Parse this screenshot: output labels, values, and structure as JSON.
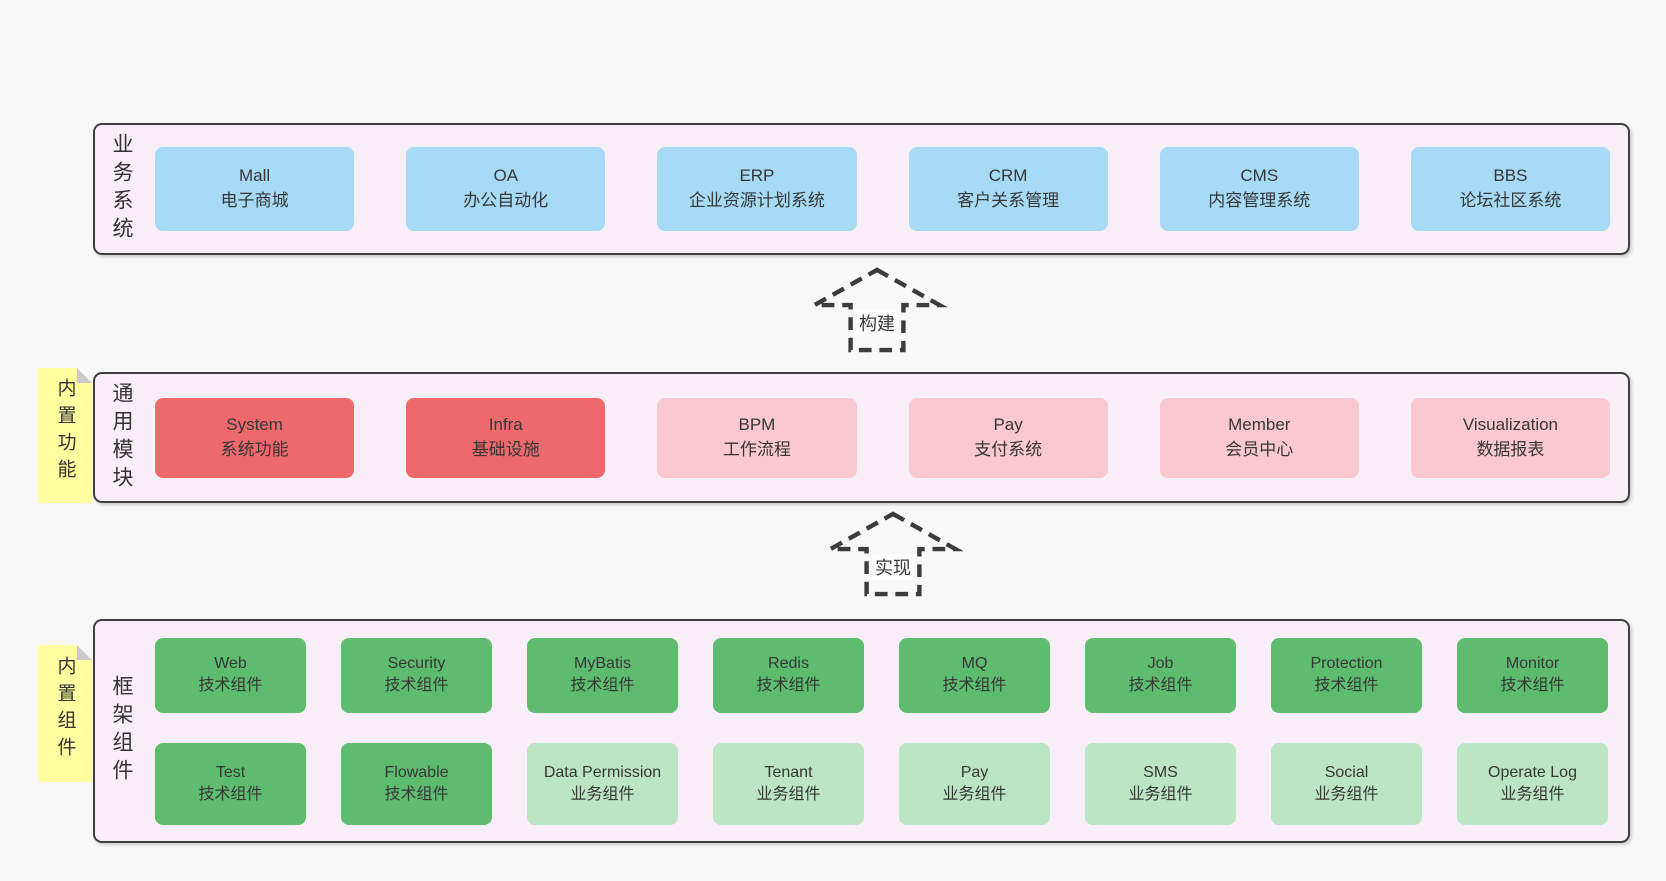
{
  "colors": {
    "page-bg": "#f8f8f8",
    "band-bg": "#f8eef7",
    "band-border": "#3f3f3f",
    "blue": "#a6daf5",
    "red": "#ed696b",
    "pink": "#fac8d0",
    "green": "#5ebc6f",
    "light-green": "#bce5c3",
    "sticky": "#feff9f",
    "fold": "#c9c9c9",
    "text": "#363636",
    "arrow": "#3c3c3c"
  },
  "arrows": [
    {
      "label": "构建"
    },
    {
      "label": "实现"
    }
  ],
  "bands": [
    {
      "label": "业务系统",
      "boxes": [
        {
          "name": "Mall",
          "desc": "电子商城"
        },
        {
          "name": "OA",
          "desc": "办公自动化"
        },
        {
          "name": "ERP",
          "desc": "企业资源计划系统"
        },
        {
          "name": "CRM",
          "desc": "客户关系管理"
        },
        {
          "name": "CMS",
          "desc": "内容管理系统"
        },
        {
          "name": "BBS",
          "desc": "论坛社区系统"
        }
      ]
    },
    {
      "label": "通用模块",
      "sticky": "内置功能",
      "boxes": [
        {
          "name": "System",
          "desc": "系统功能"
        },
        {
          "name": "Infra",
          "desc": "基础设施"
        },
        {
          "name": "BPM",
          "desc": "工作流程"
        },
        {
          "name": "Pay",
          "desc": "支付系统"
        },
        {
          "name": "Member",
          "desc": "会员中心"
        },
        {
          "name": "Visualization",
          "desc": "数据报表"
        }
      ]
    },
    {
      "label": "框架组件",
      "sticky": "内置组件",
      "rows": [
        [
          {
            "name": "Web",
            "desc": "技术组件"
          },
          {
            "name": "Security",
            "desc": "技术组件"
          },
          {
            "name": "MyBatis",
            "desc": "技术组件"
          },
          {
            "name": "Redis",
            "desc": "技术组件"
          },
          {
            "name": "MQ",
            "desc": "技术组件"
          },
          {
            "name": "Job",
            "desc": "技术组件"
          },
          {
            "name": "Protection",
            "desc": "技术组件"
          },
          {
            "name": "Monitor",
            "desc": "技术组件"
          }
        ],
        [
          {
            "name": "Test",
            "desc": "技术组件"
          },
          {
            "name": "Flowable",
            "desc": "技术组件"
          },
          {
            "name": "Data Permission",
            "desc": "业务组件"
          },
          {
            "name": "Tenant",
            "desc": "业务组件"
          },
          {
            "name": "Pay",
            "desc": "业务组件"
          },
          {
            "name": "SMS",
            "desc": "业务组件"
          },
          {
            "name": "Social",
            "desc": "业务组件"
          },
          {
            "name": "Operate Log",
            "desc": "业务组件"
          }
        ]
      ]
    }
  ]
}
